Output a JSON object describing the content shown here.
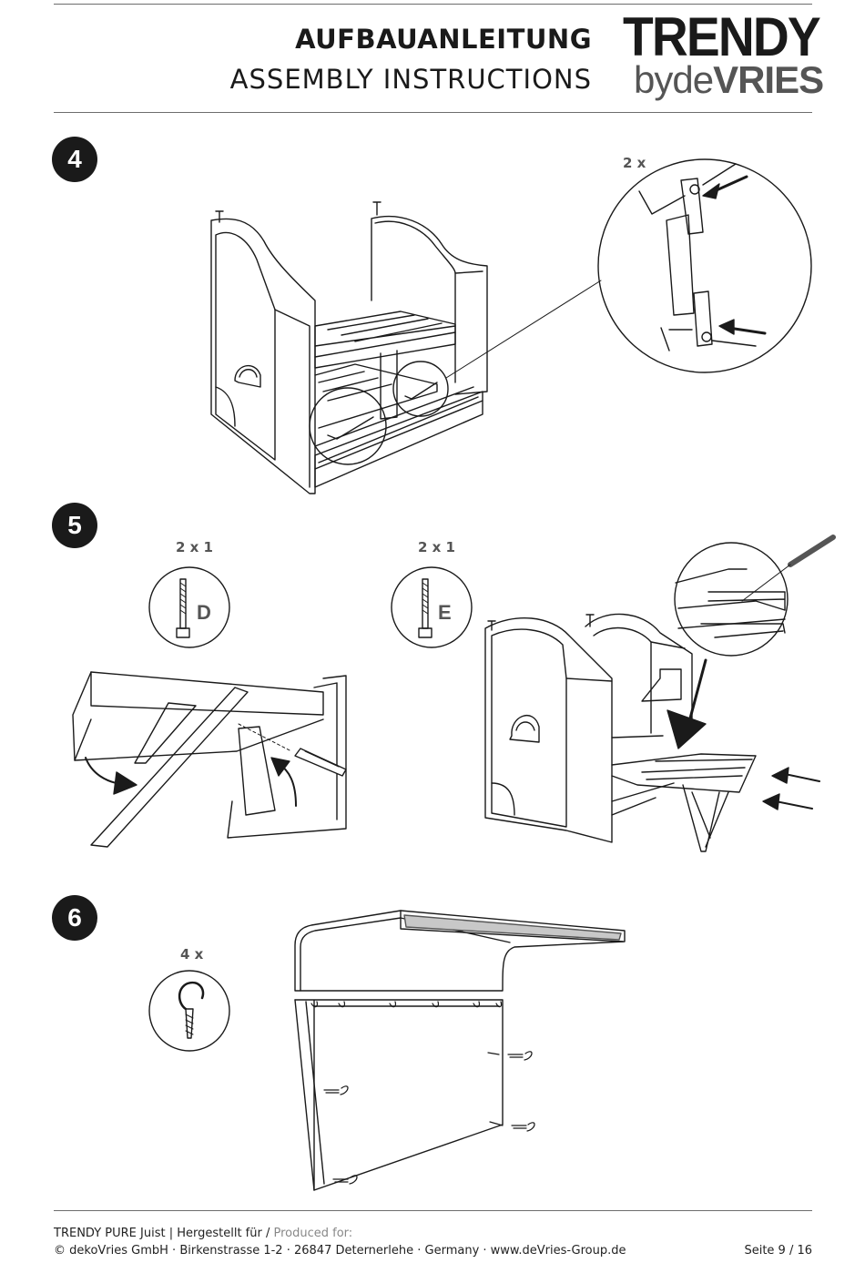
{
  "header": {
    "title_de": "AUFBAUANLEITUNG",
    "title_en": "ASSEMBLY INSTRUCTIONS",
    "brand_line1": "TRENDY",
    "brand_by": "by",
    "brand_de": "de",
    "brand_vries": "VRIES"
  },
  "steps": {
    "step4": {
      "number": "4",
      "quantity": "2 x"
    },
    "step5": {
      "number": "5",
      "part_d": {
        "quantity": "2 x 1",
        "label": "D"
      },
      "part_e": {
        "quantity": "2 x 1",
        "label": "E"
      }
    },
    "step6": {
      "number": "6",
      "quantity": "4 x"
    }
  },
  "footer": {
    "line1_main": "TRENDY PURE Juist | Hergestellt für / ",
    "line1_muted": "Produced for:",
    "line2": "© dekoVries GmbH · Birkenstrasse 1-2 · 26847 Detern­erlehe · Germany · www.deVries-Group.de",
    "page": "Seite 9 / 16"
  },
  "colors": {
    "ink": "#1a1a1a",
    "muted": "#888888",
    "rule": "#6d6d6d"
  }
}
